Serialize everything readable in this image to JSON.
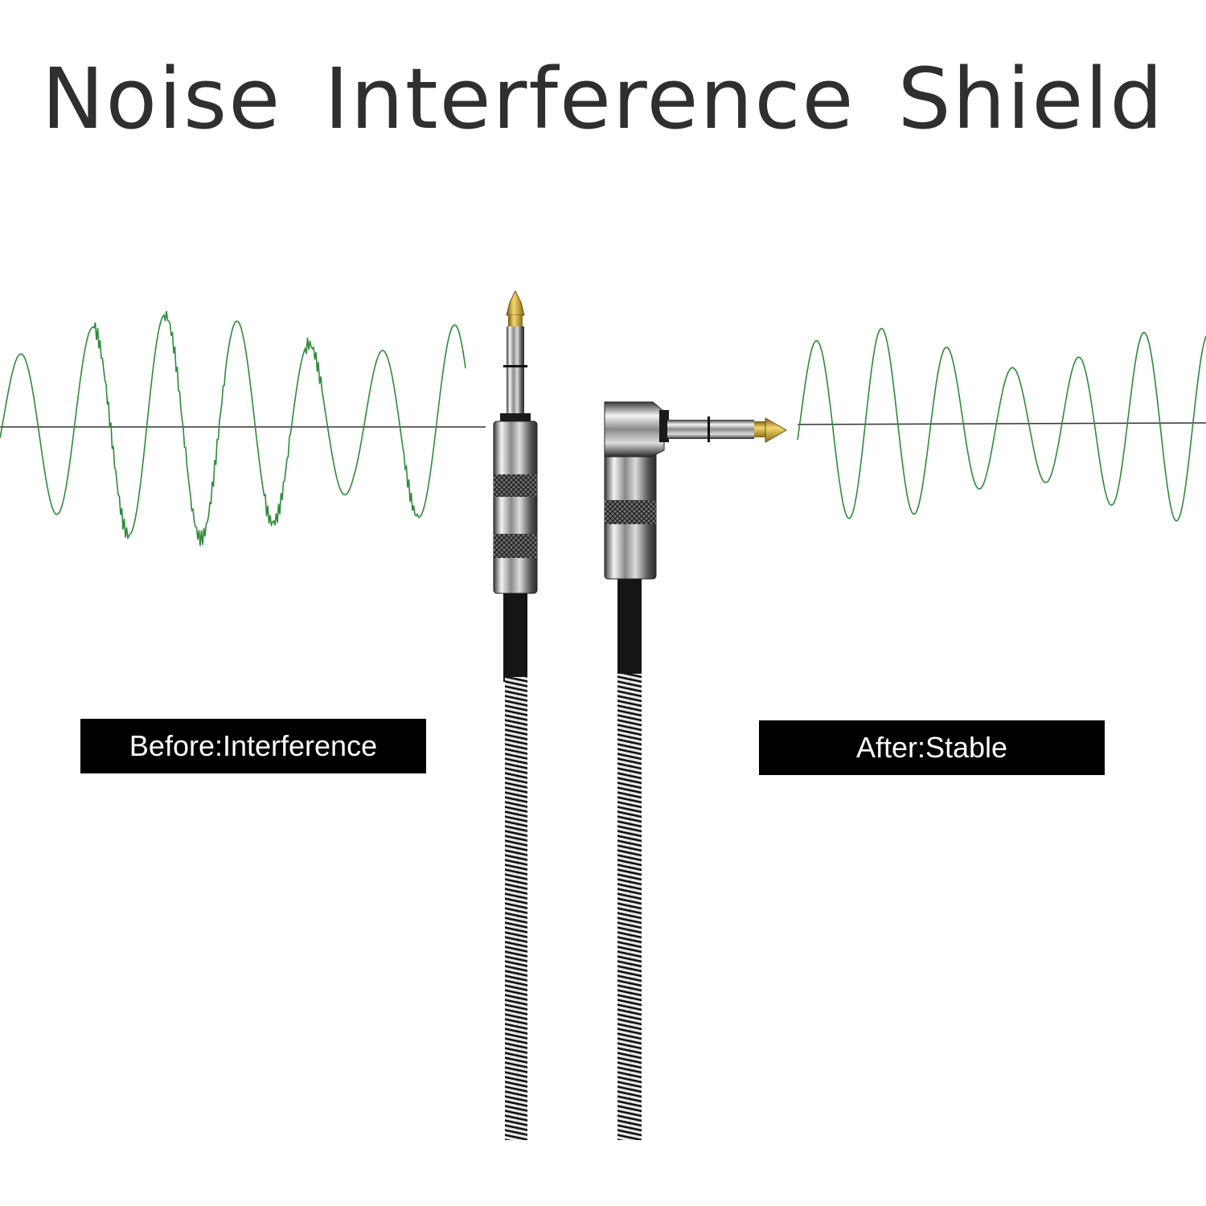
{
  "title": "Noise Interference Shield",
  "labels": {
    "before": "Before:Interference",
    "after": "After:Stable"
  },
  "colors": {
    "wave": "#2e8b3a",
    "axis": "#333333",
    "label_bg": "#000000",
    "label_text": "#ffffff",
    "title_text": "#2f2f2f",
    "plug_tip": "#c9a227"
  }
}
